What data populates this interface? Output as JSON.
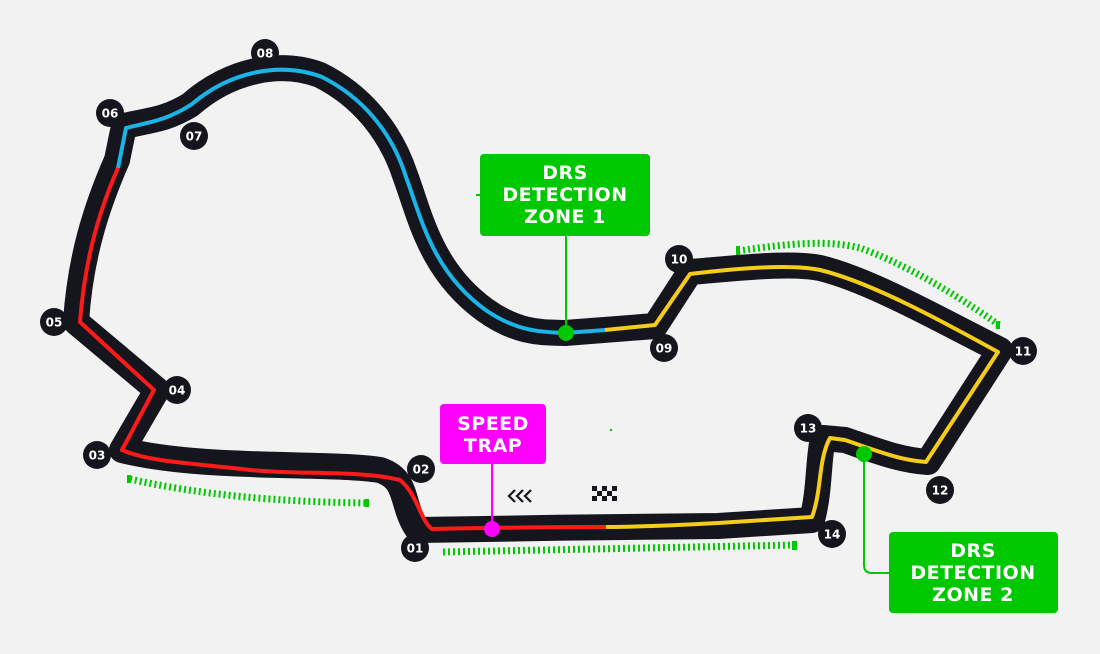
{
  "colors": {
    "background": "#f2f2f2",
    "track": "#15151e",
    "sector1": "#ff1a1a",
    "sector2": "#1ab4e6",
    "sector3": "#f5cc1a",
    "drs": "#00c800",
    "speed_trap": "#ff00ff",
    "corner_badge": "#15151e"
  },
  "corners": [
    "01",
    "02",
    "03",
    "04",
    "05",
    "06",
    "07",
    "08",
    "09",
    "10",
    "11",
    "12",
    "13",
    "14"
  ],
  "drs_detection_1": {
    "lines": [
      "DRS",
      "DETECTION",
      "ZONE 1"
    ]
  },
  "drs_detection_2": {
    "lines": [
      "DRS",
      "DETECTION",
      "ZONE 2"
    ]
  },
  "speed_trap": {
    "lines": [
      "SPEED",
      "TRAP"
    ]
  },
  "icons": {
    "direction": "chevrons-left-icon",
    "start_finish": "checkered-flag-icon"
  }
}
